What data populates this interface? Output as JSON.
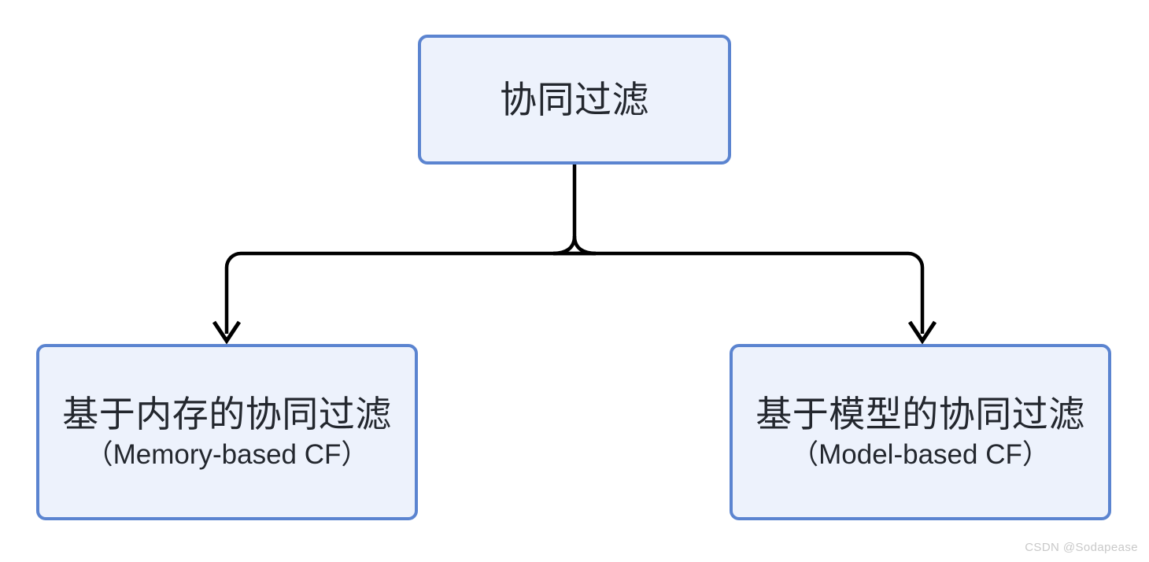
{
  "diagram": {
    "type": "tree-hierarchy",
    "orientation": "top-down",
    "colors": {
      "node_fill": "#edf2fc",
      "node_border": "#5b84d0",
      "node_text": "#23272e",
      "connector": "#000000",
      "background": "#ffffff",
      "watermark_text": "#c9c9c9"
    },
    "nodes": {
      "root": {
        "title_zh": "协同过滤"
      },
      "memory_cf": {
        "title_zh": "基于内存的协同过滤",
        "subtitle_en": "（Memory-based CF）"
      },
      "model_cf": {
        "title_zh": "基于模型的协同过滤",
        "subtitle_en": "（Model-based CF）"
      }
    },
    "edges": [
      {
        "from": "root",
        "to": "memory_cf",
        "arrow": "down-arrowhead"
      },
      {
        "from": "root",
        "to": "model_cf",
        "arrow": "down-arrowhead"
      }
    ]
  },
  "watermark": {
    "text": "CSDN @Sodapease"
  }
}
